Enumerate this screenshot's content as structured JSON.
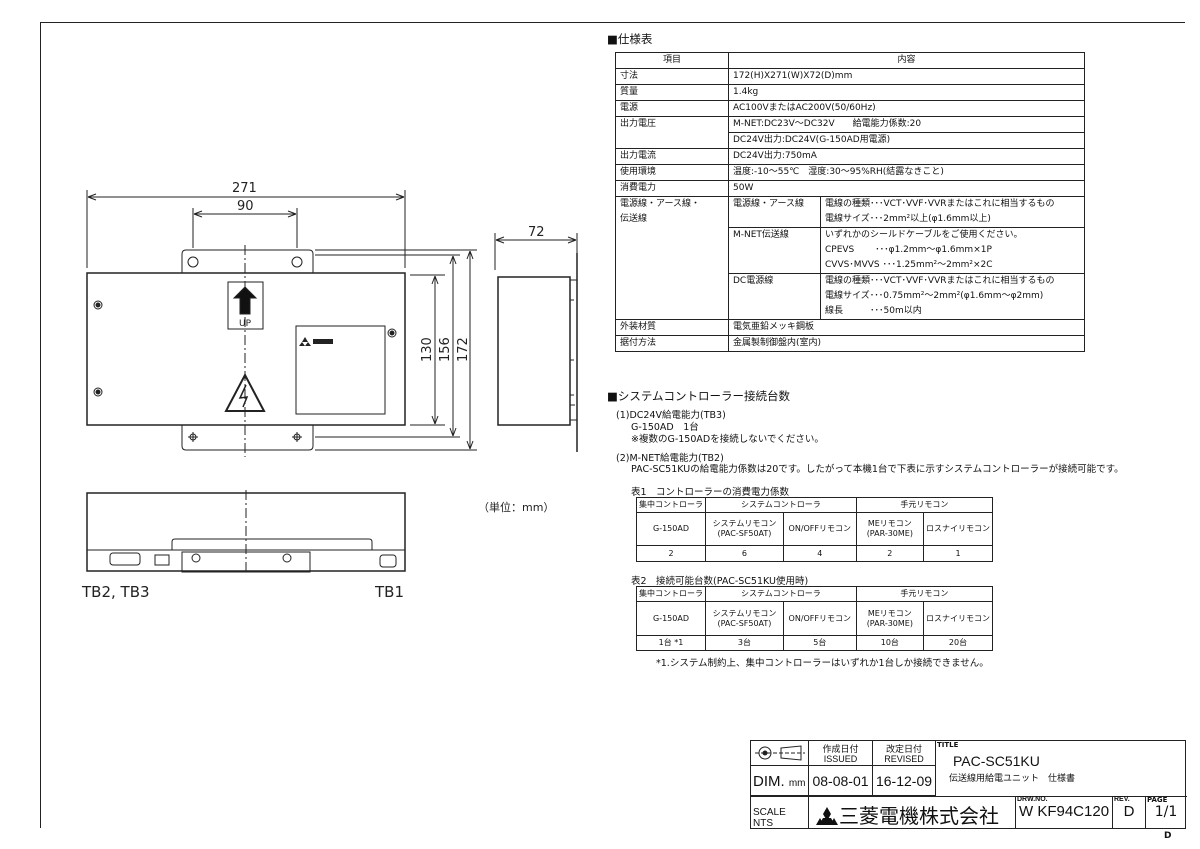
{
  "drawing": {
    "dim_width": "271",
    "dim_hole_pitch": "90",
    "dim_130": "130",
    "dim_156": "156",
    "dim_172": "172",
    "dim_depth": "72",
    "up_label": "UP",
    "terminal_left": "TB2, TB3",
    "terminal_right": "TB1",
    "unit_note": "（単位：mm）"
  },
  "spec": {
    "heading": "■仕様表",
    "header": [
      "項目",
      "内容"
    ],
    "rows": [
      {
        "item": "寸法",
        "value": "172(H)X271(W)X72(D)mm"
      },
      {
        "item": "質量",
        "value": "1.4kg"
      },
      {
        "item": "電源",
        "value": "AC100VまたはAC200V(50/60Hz)"
      },
      {
        "item": "出力電圧",
        "value": "M-NET:DC23V～DC32V　　給電能力係数:20",
        "value2": "DC24V出力:DC24V(G-150AD用電源)"
      },
      {
        "item": "出力電流",
        "value": "DC24V出力:750mA"
      },
      {
        "item": "使用環境",
        "value": "温度:-10～55℃　湿度:30～95%RH(結露なきこと)"
      },
      {
        "item": "消費電力",
        "value": "50W"
      }
    ],
    "wiring": {
      "item_line1": "電源線・アース線・",
      "item_line2": "伝送線",
      "groups": [
        {
          "name": "電源線・アース線",
          "lines": [
            "電線の種類･･･VCT･VVF･VVRまたはこれに相当するもの",
            "電線サイズ･･･2mm²以上(φ1.6mm以上)"
          ]
        },
        {
          "name": "M-NET伝送線",
          "lines": [
            "いずれかのシールドケーブルをご使用ください。",
            "CPEVS　　 ･･･φ1.2mm～φ1.6mm×1P",
            "CVVS･MVVS ･･･1.25mm²～2mm²×2C"
          ]
        },
        {
          "name": "DC電源線",
          "lines": [
            "電線の種類･･･VCT･VVF･VVRまたはこれに相当するもの",
            "電線サイズ･･･0.75mm²～2mm²(φ1.6mm～φ2mm)",
            "線長　　　･･･50m以内"
          ]
        }
      ]
    },
    "rows_tail": [
      {
        "item": "外装材質",
        "value": "電気亜鉛メッキ鋼板"
      },
      {
        "item": "据付方法",
        "value": "金属製制御盤内(室内)"
      }
    ]
  },
  "system": {
    "heading": "■システムコントローラー接続台数",
    "s1_title": "(1)DC24V給電能力(TB3)",
    "s1_line1": "G-150AD　1台",
    "s1_line2": "※複数のG-150ADを接続しないでください。",
    "s2_title": "(2)M-NET給電能力(TB2)",
    "s2_line1": "PAC-SC51KUの給電能力係数は20です。したがって本機1台で下表に示すシステムコントローラーが接続可能です。",
    "groups": [
      "集中コントローラ",
      "システムコントローラ",
      "手元リモコン"
    ],
    "columns": [
      {
        "l1": "G-150AD",
        "l2": ""
      },
      {
        "l1": "システムリモコン",
        "l2": "(PAC-SF50AT)"
      },
      {
        "l1": "ON/OFFリモコン",
        "l2": ""
      },
      {
        "l1": "MEリモコン",
        "l2": "(PAR-30ME)"
      },
      {
        "l1": "ロスナイリモコン",
        "l2": ""
      }
    ],
    "table1": {
      "title": "表1　コントローラーの消費電力係数",
      "values": [
        "2",
        "6",
        "4",
        "2",
        "1"
      ]
    },
    "table2": {
      "title": "表2　接続可能台数(PAC-SC51KU使用時)",
      "values": [
        "1台 *1",
        "3台",
        "5台",
        "10台",
        "20台"
      ]
    },
    "footnote": "*1.システム制約上、集中コントローラーはいずれか1台しか接続できません。"
  },
  "title_block": {
    "issued_label_jp": "作成日付",
    "issued_label_en": "ISSUED",
    "revised_label_jp": "改定日付",
    "revised_label_en": "REVISED",
    "title_label": "TITLE",
    "title": "PAC-SC51KU",
    "subtitle": "伝送線用給電ユニット　仕様書",
    "dim_label": "DIM.",
    "dim_unit": "mm",
    "issued": "08-08-01",
    "revised": "16-12-09",
    "scale_label": "SCALE",
    "scale": "NTS",
    "company": "三菱電機株式会社",
    "drw_label": "DRW.NO.",
    "drw_no": "W KF94C120",
    "rev_label": "REV.",
    "rev": "D",
    "page_label": "PAGE",
    "page": "1/1",
    "sheet_mark": "D"
  }
}
